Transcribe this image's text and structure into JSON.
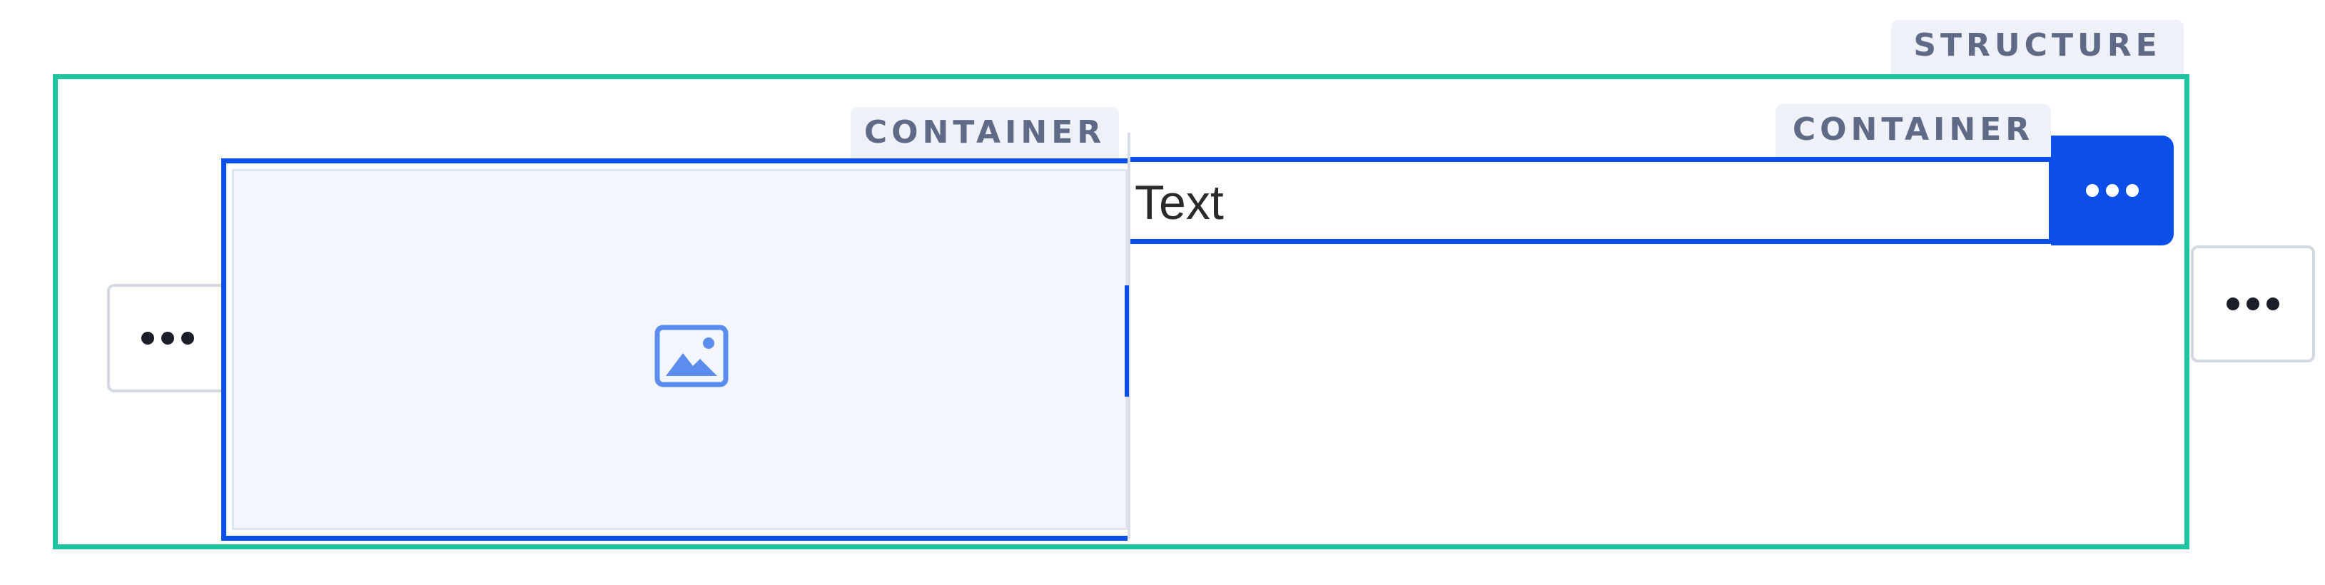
{
  "labels": {
    "structure": "STRUCTURE",
    "container_left": "CONTAINER",
    "container_right": "CONTAINER"
  },
  "text_block": {
    "value": "Text"
  },
  "icons": {
    "image": "image-placeholder-icon",
    "menu": "more-horizontal-icon"
  },
  "colors": {
    "structure_border": "#1ec4a0",
    "container_border": "#0b4fe8",
    "tag_background": "#eef1f8",
    "tag_text": "#5f6a86",
    "image_fill": "#f3f6fd",
    "icon_blue": "#5b8def"
  }
}
